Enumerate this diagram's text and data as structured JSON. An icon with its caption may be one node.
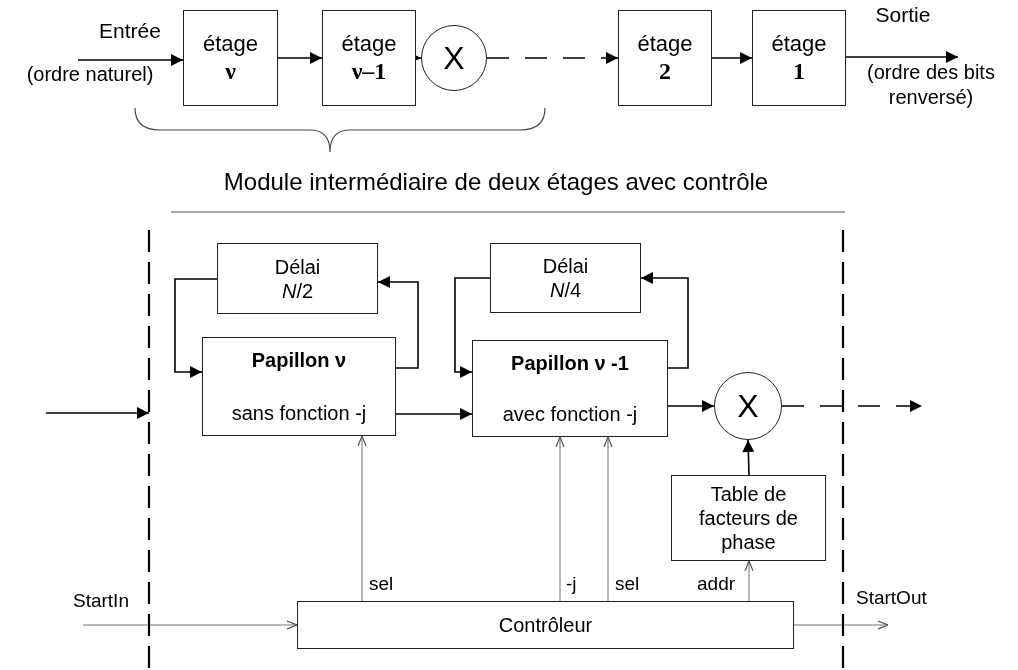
{
  "diagram": {
    "nodes": [
      {
        "text": [
          "Entrée"
        ],
        "beside": [
          "(ordre naturel)"
        ]
      },
      {
        "text": [
          "étage",
          "ν"
        ]
      },
      {
        "text": [
          "étage",
          "ν–1"
        ]
      },
      {
        "text": [
          "X"
        ]
      },
      {
        "text": [
          "étage",
          "2"
        ]
      },
      {
        "text": [
          "étage",
          "1"
        ]
      },
      {
        "text": [
          "Sortie"
        ]
      },
      {
        "text": [
          "Module intermédiaire de deux étages avec contrôle"
        ]
      },
      {
        "text": [
          "Délai",
          "*N*/2"
        ],
        "in": 7
      },
      {
        "text": [
          "Papillon ν",
          "sans fonction -j"
        ],
        "in": 7
      },
      {
        "text": [
          "Délai",
          "*N*/4"
        ],
        "in": 7
      },
      {
        "text": [
          "Papillon ν -1",
          "avec fonction -j"
        ],
        "in": 7
      },
      {
        "text": [
          "X"
        ],
        "in": 7
      },
      {
        "text": [
          "Table de facteurs de phase"
        ],
        "in": 7
      },
      {
        "text": [
          "Contrôleur"
        ],
        "in": 7
      }
    ],
    "edges": [
      {
        "from": 0,
        "to": 1,
        "arrow": "to"
      },
      {
        "from": 1,
        "to": 2,
        "arrow": "to"
      },
      {
        "from": 2,
        "to": 3,
        "arrow": "to"
      },
      {
        "from": 3,
        "to": 4,
        "arrow": "to",
        "style": "dashed"
      },
      {
        "from": 4,
        "to": 5,
        "arrow": "to"
      },
      {
        "from": 5,
        "to": 6,
        "arrow": "to"
      },
      {
        "from": null,
        "to": 7,
        "arrow": "to"
      },
      {
        "from": 8,
        "to": 9,
        "arrow": "to"
      },
      {
        "from": 9,
        "to": 8,
        "arrow": "to"
      },
      {
        "from": 9,
        "to": 11,
        "arrow": "to"
      },
      {
        "from": 10,
        "to": 11,
        "arrow": "to"
      },
      {
        "from": 11,
        "to": 10,
        "arrow": "to"
      },
      {
        "from": 11,
        "to": 12,
        "arrow": "to"
      },
      {
        "from": 12,
        "to": null,
        "arrow": "to",
        "style": "dashed"
      },
      {
        "from": 13,
        "to": 12,
        "arrow": "to"
      },
      {
        "from": 14,
        "to": 9,
        "arrow": "to",
        "label": "sel",
        "color": "#707070"
      },
      {
        "from": 14,
        "to": 11,
        "arrow": "to",
        "label": "-j",
        "color": "#707070"
      },
      {
        "from": 14,
        "to": 11,
        "arrow": "to",
        "label": "sel",
        "color": "#707070"
      },
      {
        "from": 14,
        "to": 13,
        "arrow": "to",
        "label": "addr",
        "color": "#707070"
      },
      {
        "from": null,
        "to": 14,
        "arrow": "to",
        "label": "StartIn",
        "color": "#707070"
      },
      {
        "from": 14,
        "to": null,
        "arrow": "to",
        "label": "StartOut",
        "color": "#707070"
      }
    ],
    "labels": [
      "(ordre des bits renversé)"
    ]
  }
}
